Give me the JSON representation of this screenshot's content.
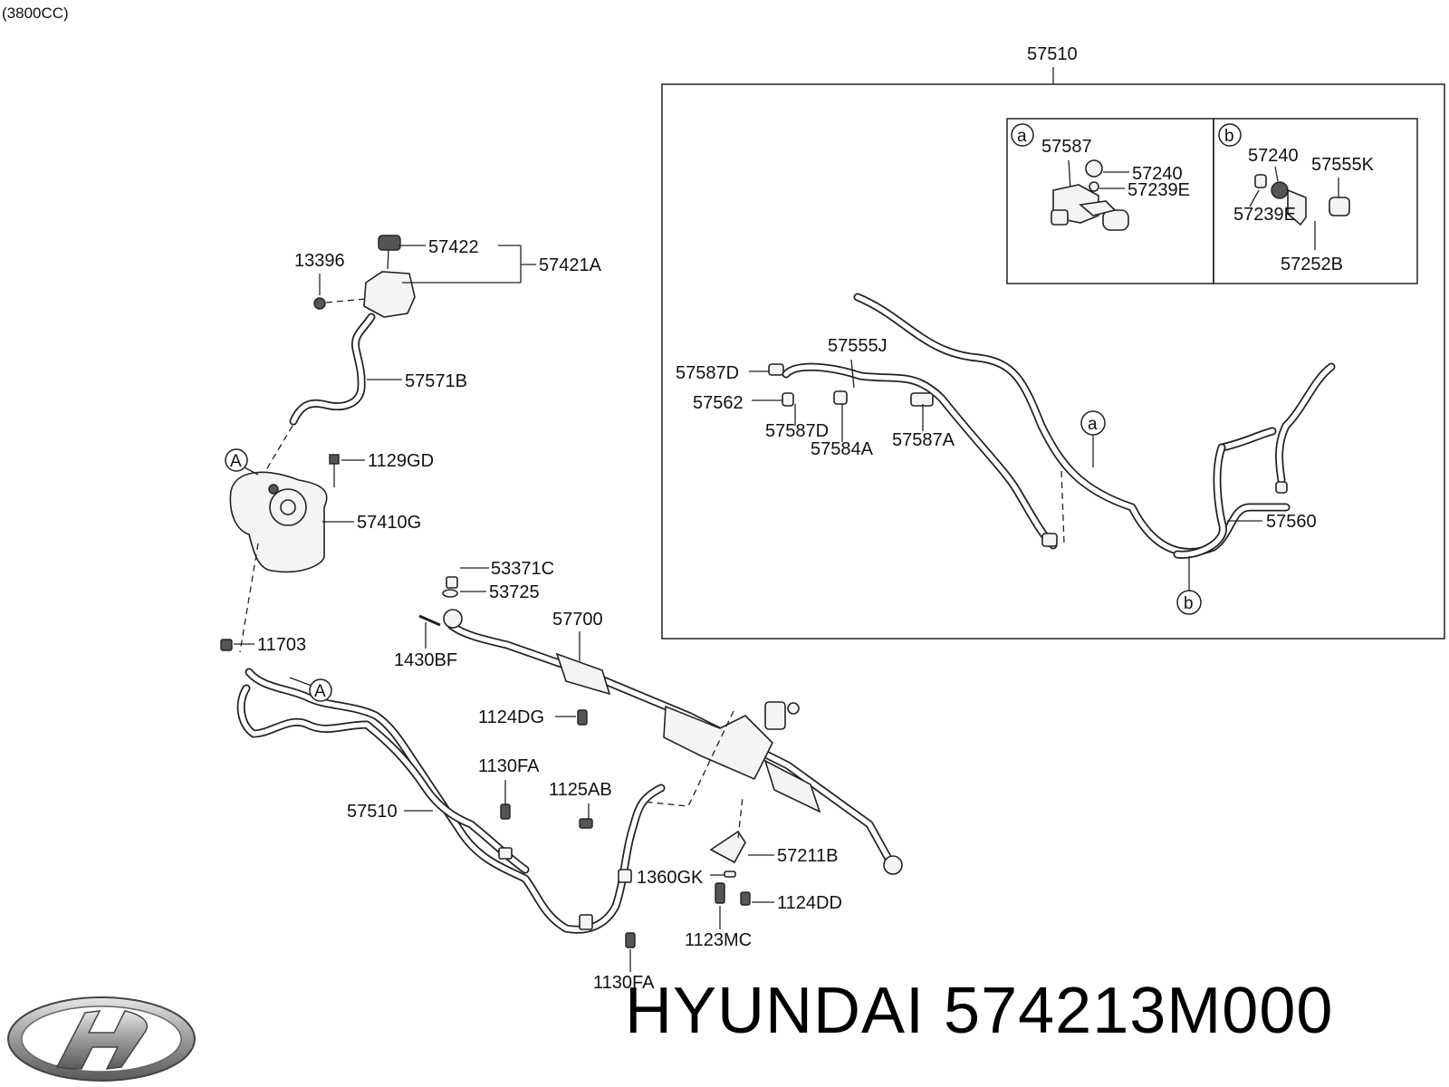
{
  "diagram": {
    "engine_label": "(3800CC)",
    "brand_text": "HYUNDAI 574213M000",
    "logo_icon": "hyundai-logo",
    "detail_letters": {
      "a": "a",
      "b": "b",
      "A": "A"
    },
    "parts": {
      "p57510_top": "57510",
      "p57587": "57587",
      "p57240_a": "57240",
      "p57239E_a": "57239E",
      "p57240_b": "57240",
      "p57555K": "57555K",
      "p57239E_b": "57239E",
      "p57252B": "57252B",
      "p57555J": "57555J",
      "p57587D_1": "57587D",
      "p57562": "57562",
      "p57587D_2": "57587D",
      "p57584A": "57584A",
      "p57587A": "57587A",
      "p57560": "57560",
      "p57422": "57422",
      "p57421A": "57421A",
      "p13396": "13396",
      "p57571B": "57571B",
      "p1129GD": "1129GD",
      "p57410G": "57410G",
      "p53371C": "53371C",
      "p53725": "53725",
      "p57700": "57700",
      "p1430BF": "1430BF",
      "p11703": "11703",
      "p1124DG": "1124DG",
      "p1130FA_1": "1130FA",
      "p1125AB": "1125AB",
      "p57510_bottom": "57510",
      "p57211B": "57211B",
      "p1360GK": "1360GK",
      "p1124DD": "1124DD",
      "p1123MC": "1123MC",
      "p1130FA_2": "1130FA"
    }
  }
}
